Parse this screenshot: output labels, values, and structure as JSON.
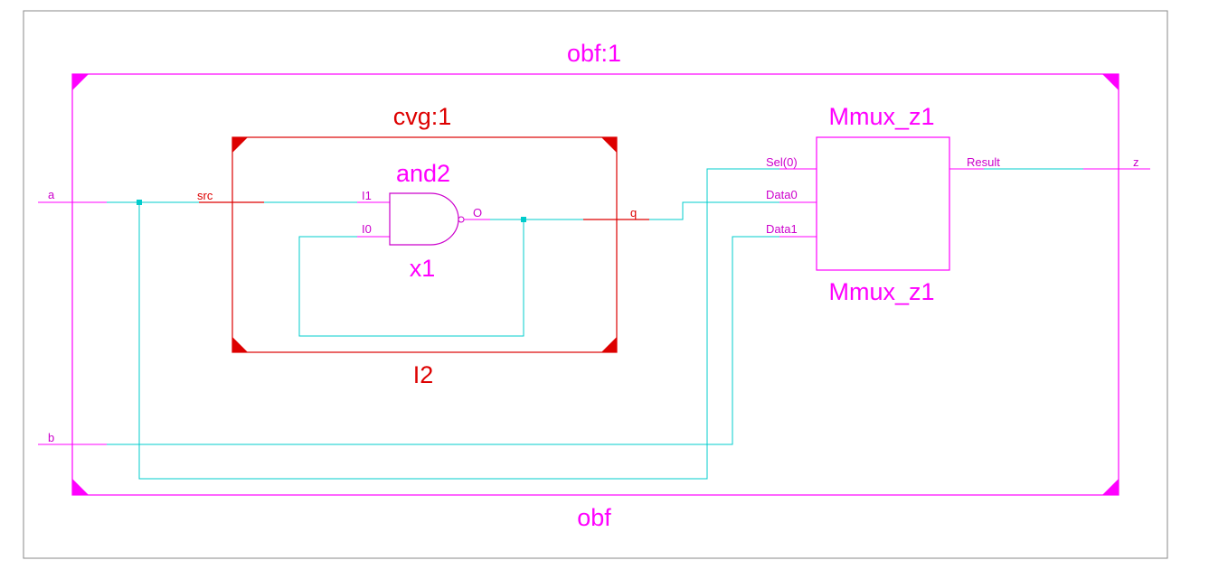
{
  "colors": {
    "magenta": "#ff00ff",
    "red": "#dd0000",
    "cyan": "#00cccc",
    "frame": "#8a8a8a",
    "gate": "#cc00cc"
  },
  "outer_block": {
    "title": "obf:1",
    "name": "obf"
  },
  "inner_block": {
    "title": "cvg:1",
    "name": "I2",
    "port_in": "src",
    "port_out": "q"
  },
  "gate": {
    "type": "and2",
    "instance": "x1",
    "in1": "I1",
    "in0": "I0",
    "out": "O"
  },
  "mux": {
    "title": "Mmux_z1",
    "name": "Mmux_z1",
    "sel": "Sel(0)",
    "data0": "Data0",
    "data1": "Data1",
    "result": "Result"
  },
  "ports": {
    "a": "a",
    "b": "b",
    "z": "z"
  }
}
